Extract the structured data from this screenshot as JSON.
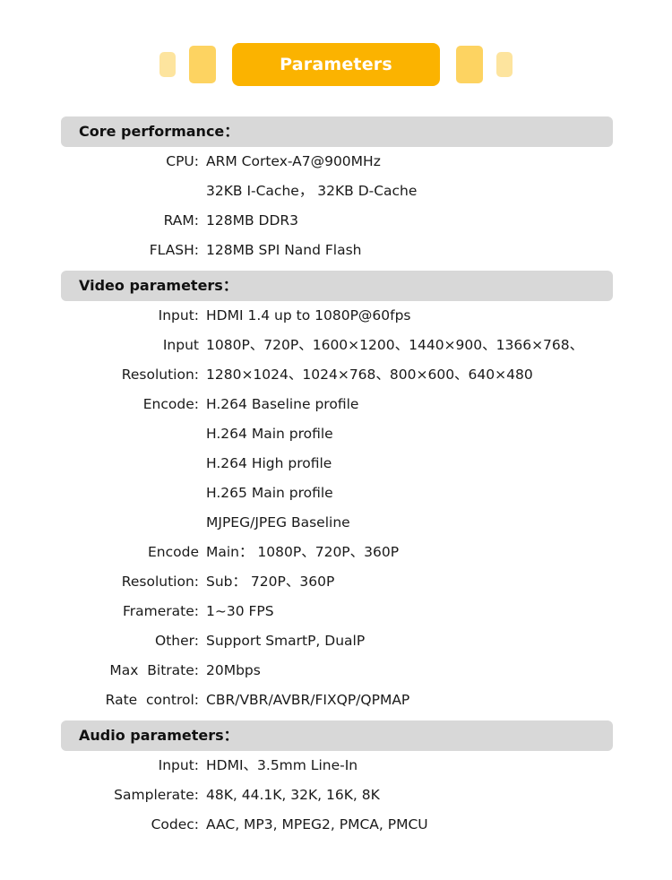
{
  "header": {
    "title": "Parameters",
    "pill_color": "#FBB300",
    "deco_color": "#FBB800",
    "decorations": [
      {
        "name": "deco-square-xs-left",
        "size": "xs"
      },
      {
        "name": "deco-square-sm-left",
        "size": "sm"
      },
      {
        "name": "deco-square-sm-right",
        "size": "sm"
      },
      {
        "name": "deco-square-xs-right",
        "size": "xs"
      }
    ]
  },
  "sections": [
    {
      "id": "core-performance",
      "heading": "Core performance：",
      "rows": [
        {
          "key": "CPU:",
          "value": "ARM Cortex-A7@900MHz"
        },
        {
          "key": "",
          "value": "32KB I-Cache， 32KB D-Cache"
        },
        {
          "key": "RAM:",
          "value": "128MB DDR3"
        },
        {
          "key": "FLASH:",
          "value": "128MB SPI Nand Flash"
        }
      ]
    },
    {
      "id": "video-parameters",
      "heading": "Video parameters：",
      "rows": [
        {
          "key": "Input:",
          "value": "HDMI 1.4 up to 1080P@60fps"
        },
        {
          "key": "Input",
          "value": "1080P、720P、1600×1200、1440×900、1366×768、"
        },
        {
          "key": "Resolution:",
          "value": "1280×1024、1024×768、800×600、640×480"
        },
        {
          "key": "Encode:",
          "value": "H.264 Baseline profile"
        },
        {
          "key": "",
          "value": "H.264 Main profile"
        },
        {
          "key": "",
          "value": "H.264 High profile"
        },
        {
          "key": "",
          "value": "H.265 Main profile"
        },
        {
          "key": "",
          "value": "MJPEG/JPEG Baseline"
        },
        {
          "key": "Encode",
          "value": "Main： 1080P、720P、360P"
        },
        {
          "key": "Resolution:",
          "value": "Sub： 720P、360P"
        },
        {
          "key": "Framerate:",
          "value": "1~30 FPS"
        },
        {
          "key": "Other:",
          "value": "Support SmartP, DualP"
        },
        {
          "key": "Max  Bitrate:",
          "value": "20Mbps"
        },
        {
          "key": "Rate  control:",
          "value": "CBR/VBR/AVBR/FIXQP/QPMAP"
        }
      ]
    },
    {
      "id": "audio-parameters",
      "heading": "Audio parameters：",
      "rows": [
        {
          "key": "Input:",
          "value": "HDMI、3.5mm Line-In"
        },
        {
          "key": "Samplerate:",
          "value": "48K, 44.1K, 32K, 16K, 8K"
        },
        {
          "key": "Codec:",
          "value": "AAC, MP3, MPEG2, PMCA, PMCU"
        }
      ]
    }
  ]
}
